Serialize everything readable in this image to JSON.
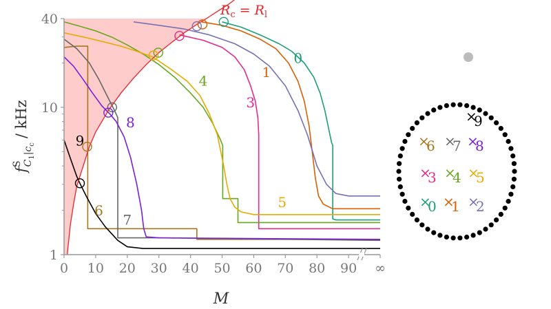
{
  "chart_data": {
    "type": "line",
    "xlabel": "M",
    "ylabel": "f^S_{C_1|c_c} / kHz",
    "ylabel_parts": {
      "f": "f",
      "sup": "S",
      "sub1": "C",
      "sub1_sub": "1",
      "bar": "|",
      "sub2": "c",
      "sub2_sub": "c",
      "unit": "/ kHz"
    },
    "y_scale": "log",
    "ylim": [
      1,
      40
    ],
    "xlim": [
      0,
      100
    ],
    "x_ticks": [
      "0",
      "10",
      "20",
      "30",
      "40",
      "50",
      "60",
      "70",
      "80",
      "90",
      "∞"
    ],
    "x_tick_values": [
      0,
      10,
      20,
      30,
      40,
      50,
      60,
      70,
      80,
      90,
      100
    ],
    "y_ticks": [
      "1",
      "10",
      "40"
    ],
    "y_tick_values": [
      1,
      10,
      40
    ],
    "axis_break": "//",
    "boundary": {
      "label_parts": {
        "lhs": "R",
        "lhs_sub": "c",
        "eq": " = ",
        "rhs": "R",
        "rhs_sub": "l"
      },
      "color": "#e8242b",
      "fill": "#ffcccc",
      "points": [
        [
          1,
          1
        ],
        [
          2,
          1.6
        ],
        [
          3,
          2.2
        ],
        [
          4,
          2.9
        ],
        [
          5,
          3.4
        ],
        [
          6,
          3.95
        ],
        [
          8,
          5.4
        ],
        [
          10,
          6.8
        ],
        [
          14,
          9.5
        ],
        [
          18,
          12.5
        ],
        [
          22,
          15.8
        ],
        [
          26,
          19.5
        ],
        [
          30,
          23.5
        ],
        [
          34,
          27.5
        ],
        [
          38,
          32
        ],
        [
          42,
          36.5
        ],
        [
          45,
          40
        ]
      ]
    },
    "series": [
      {
        "name": "0",
        "color": "#1b9e77",
        "label_at": [
          74,
          20
        ],
        "points": [
          [
            50,
            38
          ],
          [
            56,
            35
          ],
          [
            62,
            31
          ],
          [
            68,
            27
          ],
          [
            72,
            24
          ],
          [
            76,
            20
          ],
          [
            79,
            16
          ],
          [
            81,
            12.5
          ],
          [
            82.5,
            9.5
          ],
          [
            83.8,
            7
          ],
          [
            84.6,
            5.8
          ],
          [
            85,
            5.5
          ],
          [
            85,
            1.75
          ],
          [
            86,
            1.72
          ],
          [
            100,
            1.72
          ]
        ]
      },
      {
        "name": "1",
        "color": "#d95f02",
        "label_at": [
          64,
          16
        ],
        "points": [
          [
            43.5,
            38
          ],
          [
            50,
            36
          ],
          [
            56,
            33
          ],
          [
            62,
            29
          ],
          [
            67,
            25
          ],
          [
            71,
            20
          ],
          [
            74,
            15
          ],
          [
            76,
            11
          ],
          [
            77.5,
            7.5
          ],
          [
            78.5,
            5
          ],
          [
            79.5,
            3.3
          ],
          [
            80.5,
            2.5
          ],
          [
            82,
            2.2
          ],
          [
            85,
            2.05
          ],
          [
            100,
            2.05
          ]
        ]
      },
      {
        "name": "2",
        "color": "#7570b3",
        "label_at": null,
        "points": [
          [
            22,
            38
          ],
          [
            30,
            36
          ],
          [
            38,
            34
          ],
          [
            46,
            31
          ],
          [
            54,
            27
          ],
          [
            60,
            23
          ],
          [
            65,
            19
          ],
          [
            70,
            14
          ],
          [
            74,
            9.5
          ],
          [
            77,
            6.5
          ],
          [
            80,
            4
          ],
          [
            83,
            3
          ],
          [
            86,
            2.6
          ],
          [
            90,
            2.5
          ],
          [
            100,
            2.5
          ]
        ]
      },
      {
        "name": "3",
        "color": "#e7298a",
        "label_at": [
          59,
          10
        ],
        "points": [
          [
            36.5,
            31
          ],
          [
            44,
            28.5
          ],
          [
            50,
            25.5
          ],
          [
            54,
            22
          ],
          [
            57,
            18
          ],
          [
            59,
            14
          ],
          [
            60.5,
            11
          ],
          [
            61.3,
            8.5
          ],
          [
            61.6,
            6.5
          ],
          [
            61.6,
            1.5
          ],
          [
            62,
            1.5
          ],
          [
            100,
            1.5
          ]
        ]
      },
      {
        "name": "4",
        "color": "#66a61e",
        "label_at": [
          44,
          14
        ],
        "points": [
          [
            0,
            38
          ],
          [
            5,
            35.5
          ],
          [
            10,
            33
          ],
          [
            15,
            30
          ],
          [
            20,
            26.5
          ],
          [
            25,
            23
          ],
          [
            30,
            19.5
          ],
          [
            35,
            16
          ],
          [
            40,
            12.5
          ],
          [
            44,
            10
          ],
          [
            47,
            7.8
          ],
          [
            49.5,
            6
          ],
          [
            50.2,
            5.5
          ],
          [
            50.2,
            2.4
          ],
          [
            55,
            2.4
          ],
          [
            55,
            1.65
          ],
          [
            100,
            1.65
          ]
        ]
      },
      {
        "name": "5",
        "color": "#e6ab02",
        "label_at": [
          69,
          2.1
        ],
        "points": [
          [
            0,
            32
          ],
          [
            6,
            30
          ],
          [
            12,
            28
          ],
          [
            18,
            26
          ],
          [
            23,
            24
          ],
          [
            28,
            22
          ],
          [
            34,
            18
          ],
          [
            39,
            15
          ],
          [
            43,
            12
          ],
          [
            46,
            9
          ],
          [
            48.5,
            6.5
          ],
          [
            50.5,
            4
          ],
          [
            51.5,
            3
          ],
          [
            52.5,
            2.4
          ],
          [
            54,
            2.1
          ],
          [
            56,
            1.95
          ],
          [
            60,
            1.87
          ],
          [
            100,
            1.87
          ]
        ]
      },
      {
        "name": "6",
        "color": "#a6761d",
        "label_at": [
          11,
          1.85
        ],
        "points": [
          [
            0,
            25.5
          ],
          [
            4,
            26
          ],
          [
            7.5,
            26
          ],
          [
            7.5,
            1.5
          ],
          [
            15,
            1.5
          ],
          [
            42,
            1.5
          ],
          [
            42,
            1.27
          ],
          [
            100,
            1.27
          ]
        ]
      },
      {
        "name": "7",
        "color": "#666666",
        "label_at": [
          20,
          1.6
        ],
        "points": [
          [
            0,
            29
          ],
          [
            4,
            25
          ],
          [
            8,
            20
          ],
          [
            11,
            15.5
          ],
          [
            14,
            11.5
          ],
          [
            16,
            9.5
          ],
          [
            17,
            8.5
          ],
          [
            17,
            1.3
          ],
          [
            30,
            1.3
          ],
          [
            100,
            1.25
          ]
        ]
      },
      {
        "name": "8",
        "color": "#7a1fd9",
        "label_at": [
          21,
          7.3
        ],
        "points": [
          [
            0,
            22
          ],
          [
            3,
            19
          ],
          [
            6,
            15.5
          ],
          [
            9,
            12.5
          ],
          [
            12,
            10.2
          ],
          [
            14.5,
            9
          ],
          [
            16.5,
            8
          ],
          [
            19,
            6.3
          ],
          [
            21,
            4.6
          ],
          [
            23,
            3
          ],
          [
            24.5,
            2
          ],
          [
            25.2,
            1.5
          ],
          [
            26,
            1.32
          ],
          [
            30,
            1.3
          ],
          [
            100,
            1.27
          ]
        ]
      },
      {
        "name": "9",
        "color": "#000000",
        "label_at": [
          5,
          5.5
        ],
        "points": [
          [
            0,
            6
          ],
          [
            2,
            4.5
          ],
          [
            4,
            3.4
          ],
          [
            5,
            3.05
          ],
          [
            7,
            2.5
          ],
          [
            10,
            1.9
          ],
          [
            13,
            1.55
          ],
          [
            17,
            1.25
          ],
          [
            20,
            1.13
          ],
          [
            25,
            1.1
          ],
          [
            100,
            1.1
          ]
        ]
      }
    ],
    "markers": [
      {
        "series": "0",
        "x": 50.5,
        "y": 38
      },
      {
        "series": "1",
        "x": 43.8,
        "y": 36.5
      },
      {
        "series": "2",
        "x": 42,
        "y": 35.5
      },
      {
        "series": "3",
        "x": 36.5,
        "y": 30.5
      },
      {
        "series": "4",
        "x": 29.8,
        "y": 23.5
      },
      {
        "series": "5",
        "x": 28.3,
        "y": 22.5
      },
      {
        "series": "6",
        "x": 7.3,
        "y": 5.4
      },
      {
        "series": "7",
        "x": 15.2,
        "y": 10
      },
      {
        "series": "8",
        "x": 14,
        "y": 9.2
      },
      {
        "series": "9",
        "x": 5,
        "y": 3.05
      }
    ]
  },
  "inset": {
    "ring_color": "#000000",
    "ring_dots": 54,
    "outside_dot_color": "#bbbbbb",
    "items": [
      {
        "label": "9",
        "color": "#000000"
      },
      {
        "label": "6",
        "color": "#a6761d"
      },
      {
        "label": "7",
        "color": "#666666"
      },
      {
        "label": "8",
        "color": "#7a1fd9"
      },
      {
        "label": "3",
        "color": "#e7298a"
      },
      {
        "label": "4",
        "color": "#66a61e"
      },
      {
        "label": "5",
        "color": "#e6ab02"
      },
      {
        "label": "0",
        "color": "#1b9e77"
      },
      {
        "label": "1",
        "color": "#d95f02"
      },
      {
        "label": "2",
        "color": "#7570b3"
      }
    ],
    "marker_symbol": "×"
  }
}
